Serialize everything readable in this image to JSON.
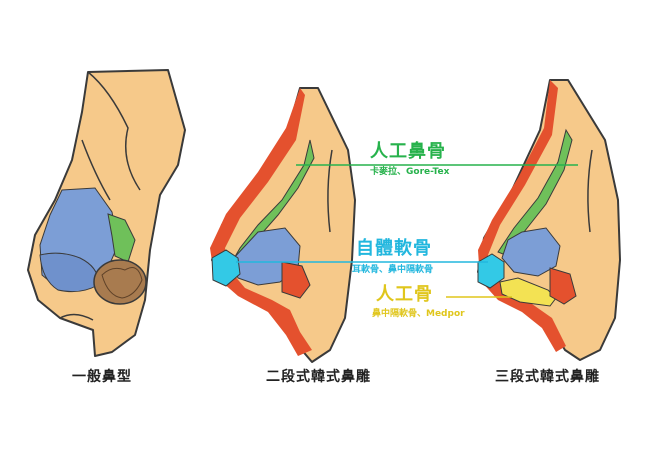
{
  "colors": {
    "skin": "#F6C98A",
    "outline": "#3A3A3A",
    "blue": "#7C9ED6",
    "green": "#6FC05A",
    "red": "#E4512E",
    "cyan": "#33C9E6",
    "yellow": "#F3E253",
    "brown": "#A87B4F",
    "label_green": "#27B24C",
    "label_cyan": "#22B7DE",
    "label_yellow": "#E0C61C",
    "caption": "#222222"
  },
  "captions": {
    "normal": "一般鼻型",
    "two_stage": "二段式韓式鼻雕",
    "three_stage": "三段式韓式鼻雕"
  },
  "labels": {
    "artificial_bone": {
      "title": "人工鼻骨",
      "subtitle": "卡麥拉、Gore-Tex"
    },
    "autologous_cartilage": {
      "title": "自體軟骨",
      "subtitle": "耳軟骨、鼻中隔軟骨"
    },
    "artificial_tip": {
      "title": "人工骨",
      "subtitle": "鼻中隔軟骨、Medpor"
    }
  }
}
